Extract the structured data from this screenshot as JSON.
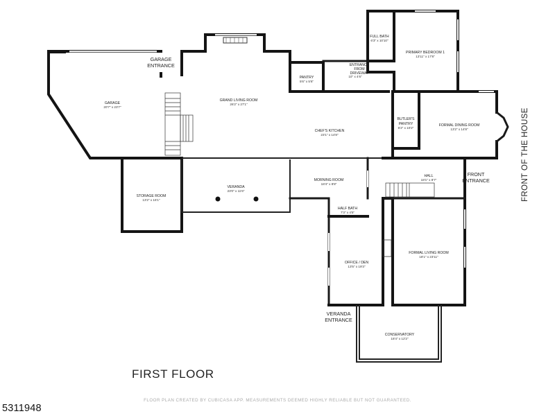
{
  "rooms": {
    "garage": {
      "name": "GARAGE",
      "dims": "20'7\" x 23'7\""
    },
    "grand_living": {
      "name": "GRAND LIVING ROOM",
      "dims": "26'2\" x 27'1\""
    },
    "pantry": {
      "name": "PANTRY",
      "dims": "5'6\" x 5'6\""
    },
    "entrance_driveway": {
      "name_line1": "ENTRANCE",
      "name_line2": "FROM",
      "name_line3": "DRIVEWAY",
      "dims": "10'' x 4'6\""
    },
    "full_bath": {
      "name": "FULL BATH",
      "dims": "6'3\" x 10'10\""
    },
    "primary_bedroom": {
      "name": "PRIMARY BEDROOM 1",
      "dims": "13'11\" x 17'8\""
    },
    "butlers_pantry": {
      "name_line1": "BUTLER'S",
      "name_line2": "PANTRY",
      "dims": "6'2\" x 10'2\""
    },
    "chefs_kitchen": {
      "name": "CHEF'S KITCHEN",
      "dims": "23'1\" x 14'8\""
    },
    "formal_dining": {
      "name": "FORMAL DINING ROOM",
      "dims": "13'2\" x 14'8\""
    },
    "storage": {
      "name": "STORAGE ROOM",
      "dims": "13'2\" x 16'1\""
    },
    "veranda": {
      "name": "VERANDA",
      "dims": "23'0\" x 11'6\""
    },
    "morning_room": {
      "name": "MORNING ROOM",
      "dims": "18'4\" x 8'8\""
    },
    "hall": {
      "name": "HALL",
      "dims": "18'1\" x 8'7\""
    },
    "half_bath": {
      "name": "HALF BATH",
      "dims": "7'3\" x 4'5\""
    },
    "office": {
      "name": "OFFICE / DEN",
      "dims": "13'5\" x 19'3\""
    },
    "formal_living": {
      "name": "FORMAL LIVING ROOM",
      "dims": "18'1\" x 23'11\""
    },
    "conservatory": {
      "name": "CONSERVATORY",
      "dims": "18'4\" x 12'2\""
    }
  },
  "entrances": {
    "garage_line1": "GARAGE",
    "garage_line2": "ENTRANCE",
    "front_line1": "FRONT",
    "front_line2": "ENTRANCE",
    "veranda_line1": "VERANDA",
    "veranda_line2": "ENTRANCE"
  },
  "front_of_house": "FRONT OF THE HOUSE",
  "floor_title": "FIRST FLOOR",
  "footer_note": "FLOOR PLAN CREATED BY CUBICASA APP. MEASUREMENTS DEEMED HIGHLY RELIABLE BUT NOT GUARANTEED.",
  "listing_id": "5311948"
}
